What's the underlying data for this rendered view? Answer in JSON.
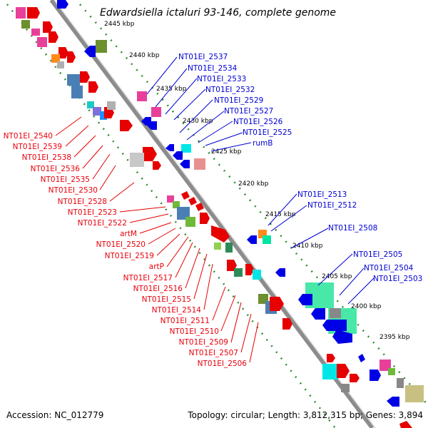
{
  "title": "Edwardsiella ictaluri 93-146, complete genome",
  "footer": {
    "accession": "Accession: NC_012779",
    "topology": "Topology: circular; Length: 3,812,315 bp; Genes: 3,894"
  },
  "colors": {
    "backbone": "#8c8c8c",
    "tick": "#2e8b2e",
    "forward_feature": "#e60000",
    "reverse_feature": "#0000e6",
    "left_labels": "#e8000b",
    "right_labels": "#0000d0"
  },
  "positions": [
    {
      "kbp": 2445,
      "label": "2445 kbp"
    },
    {
      "kbp": 2440,
      "label": "2440 kbp"
    },
    {
      "kbp": 2435,
      "label": "2435 kbp"
    },
    {
      "kbp": 2430,
      "label": "2430 kbp"
    },
    {
      "kbp": 2425,
      "label": "2425 kbp"
    },
    {
      "kbp": 2420,
      "label": "2420 kbp"
    },
    {
      "kbp": 2415,
      "label": "2415 kbp"
    },
    {
      "kbp": 2410,
      "label": "2410 kbp"
    },
    {
      "kbp": 2405,
      "label": "2405 kbp"
    },
    {
      "kbp": 2400,
      "label": "2400 kbp"
    },
    {
      "kbp": 2395,
      "label": "2395 kbp"
    }
  ],
  "left_labels": [
    "NT01EI_2540",
    "NT01EI_2539",
    "NT01EI_2538",
    "NT01EI_2536",
    "NT01EI_2535",
    "NT01EI_2530",
    "NT01EI_2528",
    "NT01EI_2523",
    "NT01EI_2522",
    "artM",
    "NT01EI_2520",
    "NT01EI_2519",
    "artP",
    "NT01EI_2517",
    "NT01EI_2516",
    "NT01EI_2515",
    "NT01EI_2514",
    "NT01EI_2511",
    "NT01EI_2510",
    "NT01EI_2509",
    "NT01EI_2507",
    "NT01EI_2506"
  ],
  "right_labels": [
    "NT01EI_2537",
    "NT01EI_2534",
    "NT01EI_2533",
    "NT01EI_2532",
    "NT01EI_2529",
    "NT01EI_2527",
    "NT01EI_2526",
    "NT01EI_2525",
    "rumB",
    "NT01EI_2513",
    "NT01EI_2512",
    "NT01EI_2508",
    "NT01EI_2505",
    "NT01EI_2504",
    "NT01EI_2503"
  ]
}
